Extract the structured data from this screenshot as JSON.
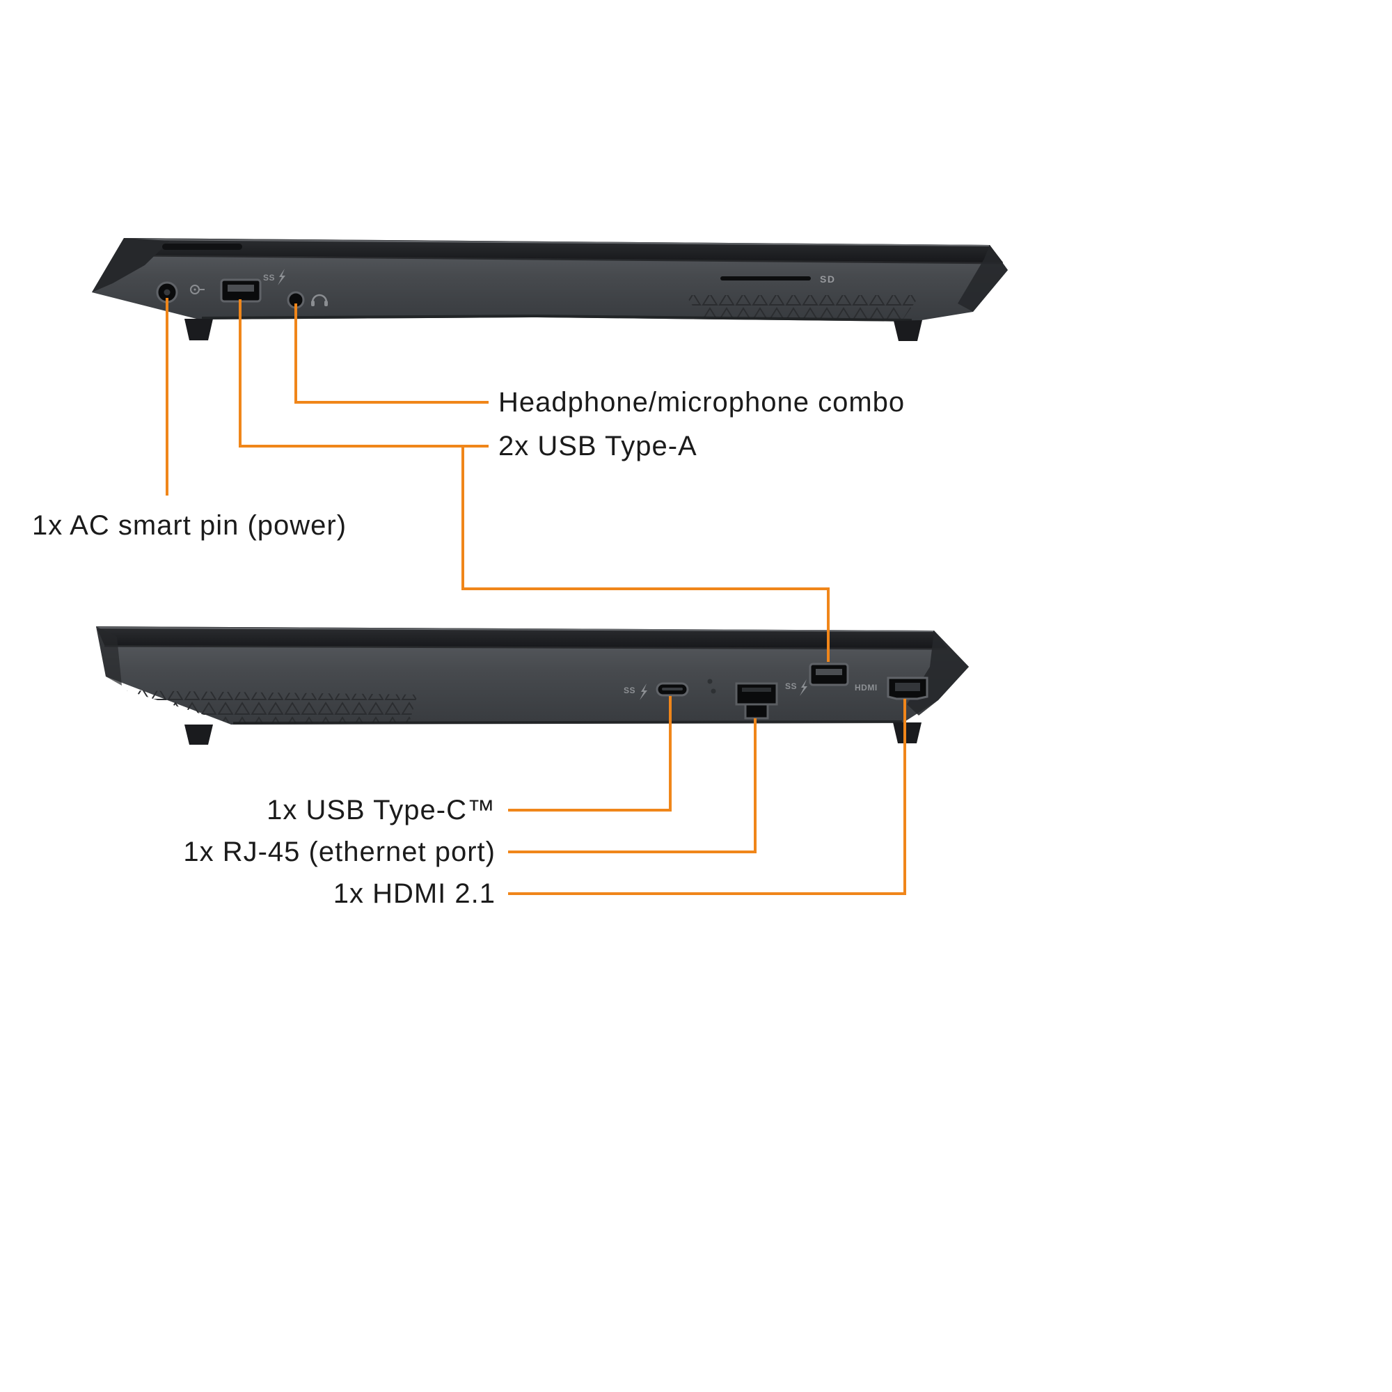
{
  "page": {
    "background": "#ffffff",
    "accent_color": "#F0861A",
    "text_color": "#1b1b1b",
    "laptop_body_color": "#474a4e",
    "laptop_lid_color": "#1d1f22"
  },
  "callouts": {
    "headphone": {
      "label": "Headphone/microphone combo"
    },
    "usb_a": {
      "label": "2x USB Type-A"
    },
    "power": {
      "label": "1x AC smart pin (power)"
    },
    "usb_c": {
      "label": "1x USB Type-C™"
    },
    "rj45": {
      "label": "1x RJ-45 (ethernet port)"
    },
    "hdmi": {
      "label": "1x HDMI 2.1"
    }
  },
  "port_markings": {
    "sd_slot": "SD",
    "hdmi_port": "HDMI",
    "usb_speed": "SS"
  }
}
